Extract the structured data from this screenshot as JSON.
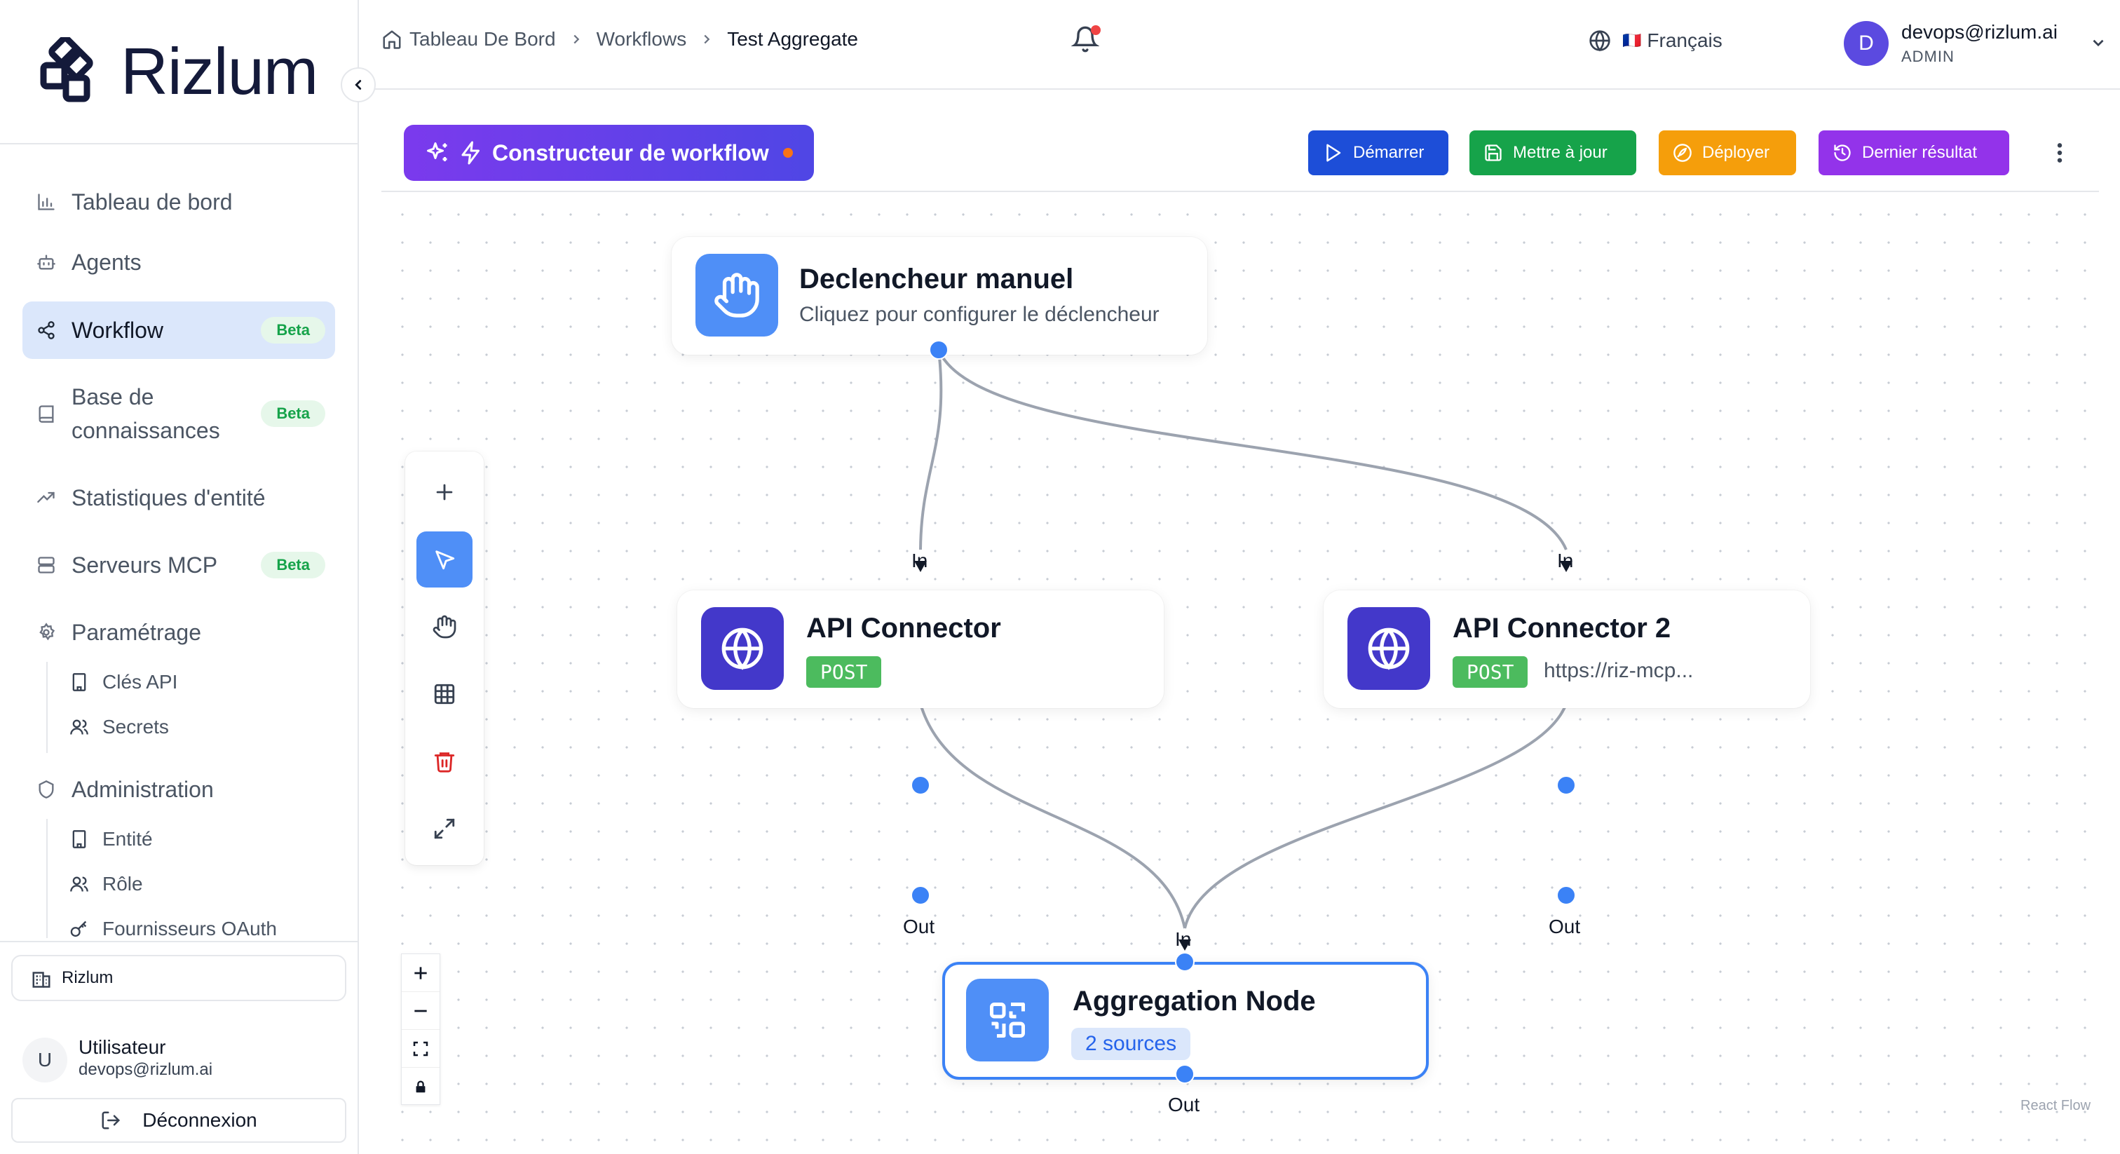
{
  "app": {
    "name": "Rizlum"
  },
  "sidebar": {
    "items": [
      {
        "label": "Tableau de bord"
      },
      {
        "label": "Agents"
      },
      {
        "label": "Workflow",
        "badge": "Beta"
      },
      {
        "label": "Base de connaissances",
        "badge": "Beta"
      },
      {
        "label": "Statistiques d'entité"
      },
      {
        "label": "Serveurs MCP",
        "badge": "Beta"
      },
      {
        "label": "Paramétrage",
        "children": [
          {
            "label": "Clés API"
          },
          {
            "label": "Secrets"
          }
        ]
      },
      {
        "label": "Administration",
        "children": [
          {
            "label": "Entité"
          },
          {
            "label": "Rôle"
          },
          {
            "label": "Fournisseurs OAuth"
          }
        ]
      }
    ],
    "organization": "Rizlum",
    "user": {
      "name": "Utilisateur",
      "initial": "U",
      "email": "devops@rizlum.ai"
    },
    "logout_label": "Déconnexion"
  },
  "header": {
    "breadcrumb": [
      "Tableau De Bord",
      "Workflows",
      "Test Aggregate"
    ],
    "language": {
      "flag": "🇫🇷",
      "label": "Français"
    },
    "account": {
      "initial": "D",
      "email": "devops@rizlum.ai",
      "role": "ADMIN"
    }
  },
  "toolbar": {
    "title": "Constructeur de workflow",
    "buttons": [
      {
        "label": "Démarrer",
        "color": "#1d4ed8"
      },
      {
        "label": "Mettre à jour",
        "color": "#16a34a"
      },
      {
        "label": "Déployer",
        "color": "#f59e0b"
      },
      {
        "label": "Dernier résultat",
        "color": "#9333ea"
      }
    ]
  },
  "canvas": {
    "nodes": {
      "trigger": {
        "title": "Declencheur manuel",
        "subtitle": "Cliquez pour configurer le déclencheur"
      },
      "api1": {
        "title": "API Connector",
        "method": "POST"
      },
      "api2": {
        "title": "API Connector 2",
        "method": "POST",
        "url": "https://riz-mcp..."
      },
      "aggregation": {
        "title": "Aggregation Node",
        "sources": "2 sources"
      }
    },
    "ports": {
      "in": "In",
      "out": "Out"
    },
    "attribution": "React Flow"
  },
  "colors": {
    "accent": "#3b82f6",
    "node_icon_blue": "#4f8ff7",
    "node_icon_indigo": "#4338ca",
    "badge_green": "#4cbb5e"
  }
}
